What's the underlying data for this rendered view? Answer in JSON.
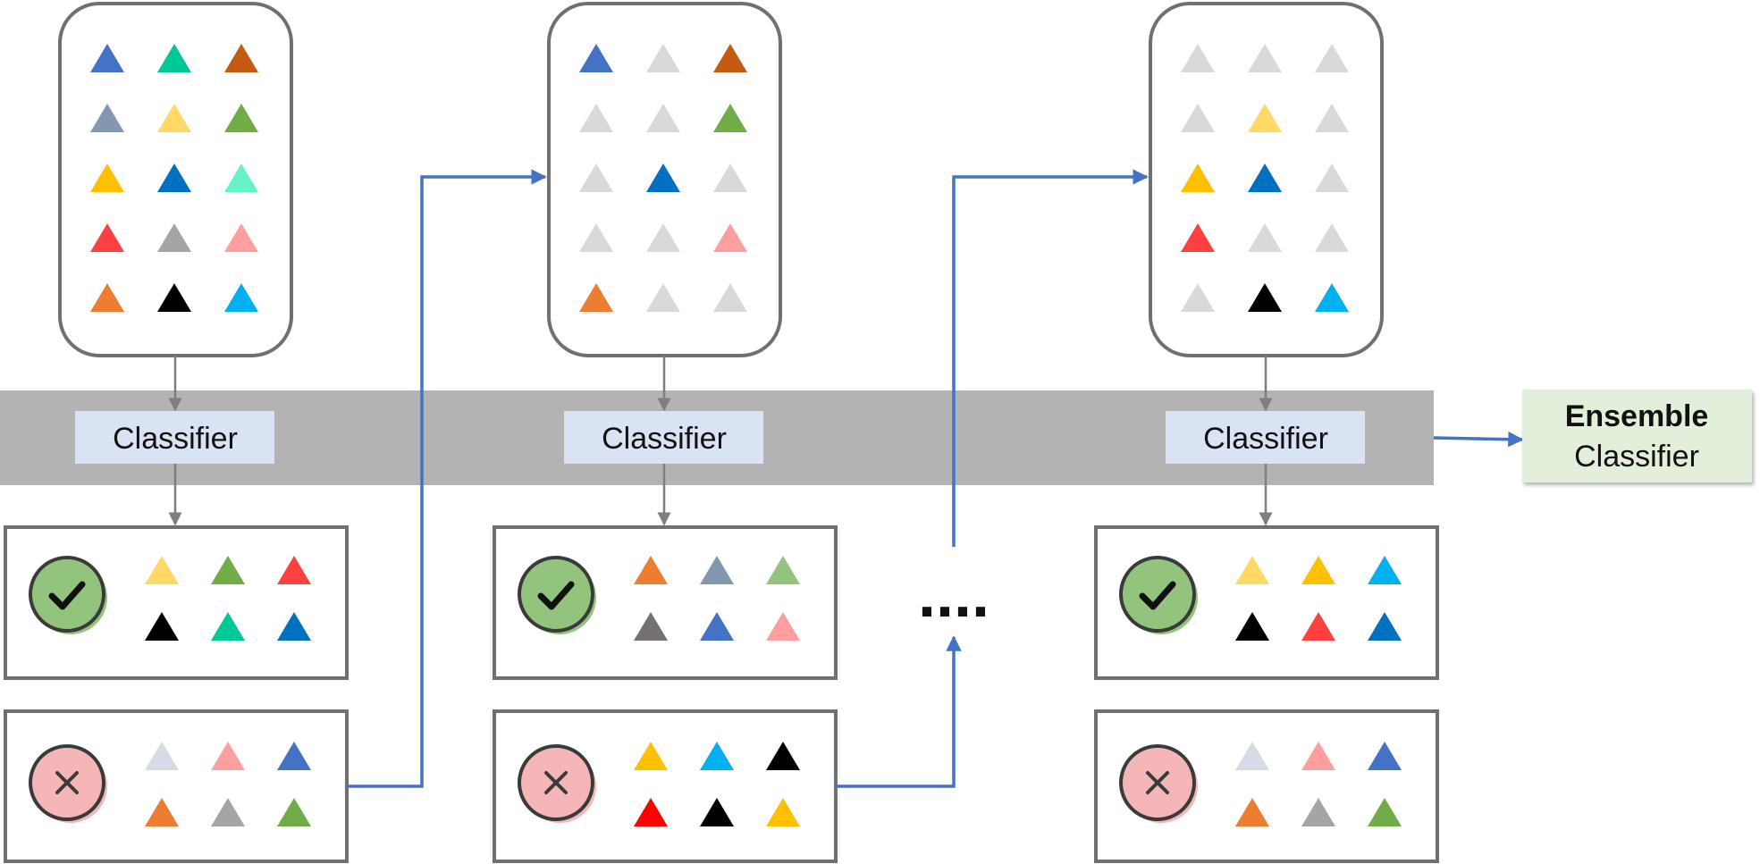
{
  "labels": {
    "classifier": "Classifier",
    "ensemble_line1": "Ensemble",
    "ensemble_line2": "Classifier",
    "ellipsis": "...."
  },
  "colors": {
    "band": "#b3b3b3",
    "classifier_fill": "#dae3f3",
    "ensemble_fill": "#e2efda",
    "box_stroke": "#707070",
    "arrow_gray": "#7f7f7f",
    "arrow_blue": "#4472c4",
    "check_fill": "#93c47d",
    "cross_fill": "#f4b6b6",
    "faded": "#d9d9d9"
  },
  "stages": [
    {
      "id": "stage-1",
      "dataset": [
        [
          "#4472c4",
          "#00c896",
          "#c55a11"
        ],
        [
          "#8497b0",
          "#ffd966",
          "#70ad47"
        ],
        [
          "#ffc000",
          "#0070c0",
          "#66f2c8"
        ],
        [
          "#ff4040",
          "#a5a5a5",
          "#ff9e9e"
        ],
        [
          "#ed7d31",
          "#000000",
          "#00b0f0"
        ]
      ],
      "correct": [
        [
          "#ffd966",
          "#70ad47",
          "#ff4040"
        ],
        [
          "#000000",
          "#00c896",
          "#0070c0"
        ]
      ],
      "wrong": [
        [
          "#d6dce5",
          "#ff9e9e",
          "#4472c4"
        ],
        [
          "#ed7d31",
          "#a5a5a5",
          "#70ad47"
        ]
      ]
    },
    {
      "id": "stage-2",
      "dataset": [
        [
          "#4472c4",
          "#d9d9d9",
          "#c55a11"
        ],
        [
          "#d9d9d9",
          "#d9d9d9",
          "#70ad47"
        ],
        [
          "#d9d9d9",
          "#0070c0",
          "#d9d9d9"
        ],
        [
          "#d9d9d9",
          "#d9d9d9",
          "#ff9e9e"
        ],
        [
          "#ed7d31",
          "#d9d9d9",
          "#d9d9d9"
        ]
      ],
      "correct": [
        [
          "#ed7d31",
          "#8497b0",
          "#93c47d"
        ],
        [
          "#767171",
          "#4472c4",
          "#ff9e9e"
        ]
      ],
      "wrong": [
        [
          "#ffc000",
          "#00b0f0",
          "#000000"
        ],
        [
          "#ff0000",
          "#000000",
          "#ffc000"
        ]
      ]
    },
    {
      "id": "stage-3",
      "dataset": [
        [
          "#d9d9d9",
          "#d9d9d9",
          "#d9d9d9"
        ],
        [
          "#d9d9d9",
          "#ffd966",
          "#d9d9d9"
        ],
        [
          "#ffc000",
          "#0070c0",
          "#d9d9d9"
        ],
        [
          "#ff4040",
          "#d9d9d9",
          "#d9d9d9"
        ],
        [
          "#d9d9d9",
          "#000000",
          "#00b0f0"
        ]
      ],
      "correct": [
        [
          "#ffd966",
          "#ffc000",
          "#00b0f0"
        ],
        [
          "#000000",
          "#ff4040",
          "#0070c0"
        ]
      ],
      "wrong": [
        [
          "#d6dce5",
          "#ff9e9e",
          "#4472c4"
        ],
        [
          "#ed7d31",
          "#a5a5a5",
          "#70ad47"
        ]
      ]
    }
  ]
}
